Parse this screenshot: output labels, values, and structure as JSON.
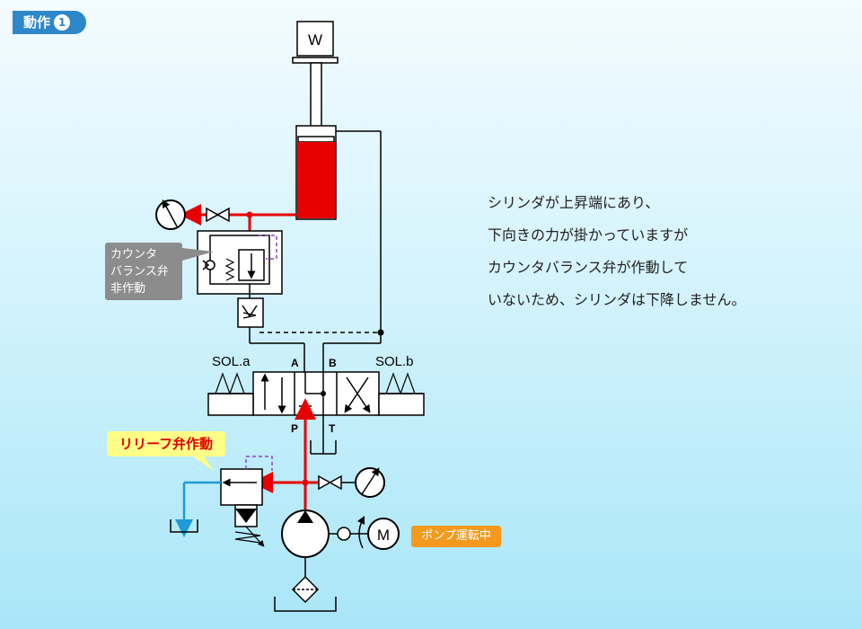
{
  "header": {
    "step_label": "動作",
    "step_number": "1"
  },
  "description": {
    "lines": [
      "シリンダが上昇端にあり、",
      "下向きの力が掛かっていますが",
      "カウンタバランス弁が作動して",
      "いないため、シリンダは下降しません。"
    ]
  },
  "labels": {
    "load": "W",
    "sol_a": "SOL.a",
    "sol_b": "SOL.b",
    "port_a": "A",
    "port_b": "B",
    "port_p": "P",
    "port_t": "T",
    "motor": "M",
    "counterbalance": [
      "カウンタ",
      "バランス弁",
      "非作動"
    ],
    "relief": "リリーフ弁作動",
    "pump": "ポンプ運転中"
  },
  "colors": {
    "pressure_line": "#e60000",
    "return_line": "#1e9ad6",
    "pilot_dashed": "#8e44c8",
    "badge": "#2e87c8",
    "relief_label_bg": "#ffff88",
    "pump_label_bg": "#f39a1e"
  }
}
